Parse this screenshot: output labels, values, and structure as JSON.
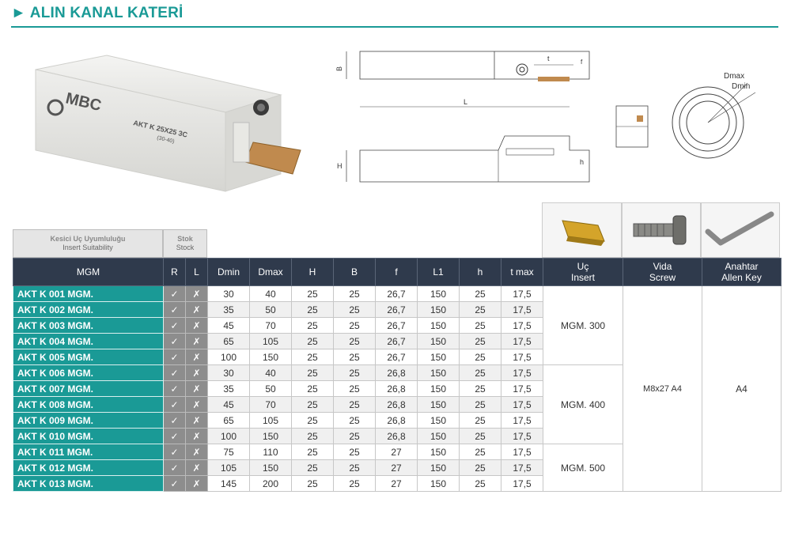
{
  "page": {
    "title": "► ALIN KANAL KATERİ"
  },
  "product": {
    "brand": "MBC",
    "model_line1": "AKT K 25X25 3C",
    "model_line2": "(30-40)"
  },
  "drawing_labels": {
    "B": "B",
    "t": "t",
    "f": "f",
    "L": "L",
    "H": "H",
    "h": "h",
    "Dmax": "Dmax",
    "Dmin": "Dmin"
  },
  "legend": {
    "insert_title": "Kesici Uç Uyumluluğu",
    "insert_sub": "Insert Suitability",
    "stock_title": "Stok",
    "stock_sub": "Stock"
  },
  "accessories": {
    "insert_icon": "insert-image",
    "screw_icon": "screw-image",
    "key_icon": "allen-key-image"
  },
  "columns": {
    "mgm": "MGM",
    "r": "R",
    "l": "L",
    "dmin": "Dmin",
    "dmax": "Dmax",
    "h_big": "H",
    "b": "B",
    "f": "f",
    "l1": "L1",
    "h_small": "h",
    "tmax": "t max",
    "insert_tr": "Uç",
    "insert_en": "Insert",
    "screw_tr": "Vida",
    "screw_en": "Screw",
    "key_tr": "Anahtar",
    "key_en": "Allen Key"
  },
  "rows": [
    {
      "code": "AKT K 001 MGM.",
      "r": "✓",
      "l": "✗",
      "dmin": "30",
      "dmax": "40",
      "H": "25",
      "B": "25",
      "f": "26,7",
      "L1": "150",
      "h": "25",
      "tmax": "17,5"
    },
    {
      "code": "AKT K 002 MGM.",
      "r": "✓",
      "l": "✗",
      "dmin": "35",
      "dmax": "50",
      "H": "25",
      "B": "25",
      "f": "26,7",
      "L1": "150",
      "h": "25",
      "tmax": "17,5"
    },
    {
      "code": "AKT K 003 MGM.",
      "r": "✓",
      "l": "✗",
      "dmin": "45",
      "dmax": "70",
      "H": "25",
      "B": "25",
      "f": "26,7",
      "L1": "150",
      "h": "25",
      "tmax": "17,5"
    },
    {
      "code": "AKT K 004 MGM.",
      "r": "✓",
      "l": "✗",
      "dmin": "65",
      "dmax": "105",
      "H": "25",
      "B": "25",
      "f": "26,7",
      "L1": "150",
      "h": "25",
      "tmax": "17,5"
    },
    {
      "code": "AKT K 005 MGM.",
      "r": "✓",
      "l": "✗",
      "dmin": "100",
      "dmax": "150",
      "H": "25",
      "B": "25",
      "f": "26,7",
      "L1": "150",
      "h": "25",
      "tmax": "17,5"
    },
    {
      "code": "AKT K 006 MGM.",
      "r": "✓",
      "l": "✗",
      "dmin": "30",
      "dmax": "40",
      "H": "25",
      "B": "25",
      "f": "26,8",
      "L1": "150",
      "h": "25",
      "tmax": "17,5"
    },
    {
      "code": "AKT K 007 MGM.",
      "r": "✓",
      "l": "✗",
      "dmin": "35",
      "dmax": "50",
      "H": "25",
      "B": "25",
      "f": "26,8",
      "L1": "150",
      "h": "25",
      "tmax": "17,5"
    },
    {
      "code": "AKT K 008 MGM.",
      "r": "✓",
      "l": "✗",
      "dmin": "45",
      "dmax": "70",
      "H": "25",
      "B": "25",
      "f": "26,8",
      "L1": "150",
      "h": "25",
      "tmax": "17,5"
    },
    {
      "code": "AKT K 009 MGM.",
      "r": "✓",
      "l": "✗",
      "dmin": "65",
      "dmax": "105",
      "H": "25",
      "B": "25",
      "f": "26,8",
      "L1": "150",
      "h": "25",
      "tmax": "17,5"
    },
    {
      "code": "AKT K 010 MGM.",
      "r": "✓",
      "l": "✗",
      "dmin": "100",
      "dmax": "150",
      "H": "25",
      "B": "25",
      "f": "26,8",
      "L1": "150",
      "h": "25",
      "tmax": "17,5"
    },
    {
      "code": "AKT K 011 MGM.",
      "r": "✓",
      "l": "✗",
      "dmin": "75",
      "dmax": "110",
      "H": "25",
      "B": "25",
      "f": "27",
      "L1": "150",
      "h": "25",
      "tmax": "17,5"
    },
    {
      "code": "AKT K 012 MGM.",
      "r": "✓",
      "l": "✗",
      "dmin": "105",
      "dmax": "150",
      "H": "25",
      "B": "25",
      "f": "27",
      "L1": "150",
      "h": "25",
      "tmax": "17,5"
    },
    {
      "code": "AKT K 013 MGM.",
      "r": "✓",
      "l": "✗",
      "dmin": "145",
      "dmax": "200",
      "H": "25",
      "B": "25",
      "f": "27",
      "L1": "150",
      "h": "25",
      "tmax": "17,5"
    }
  ],
  "merged": {
    "insert_group1": "MGM. 300",
    "insert_group2": "MGM. 400",
    "insert_group3": "MGM. 500",
    "screw": "M8x27 A4",
    "key": "A4"
  },
  "colors": {
    "accent": "#1a9a96",
    "header": "#2f3a4c",
    "stock_cell": "#8d8d8d"
  }
}
